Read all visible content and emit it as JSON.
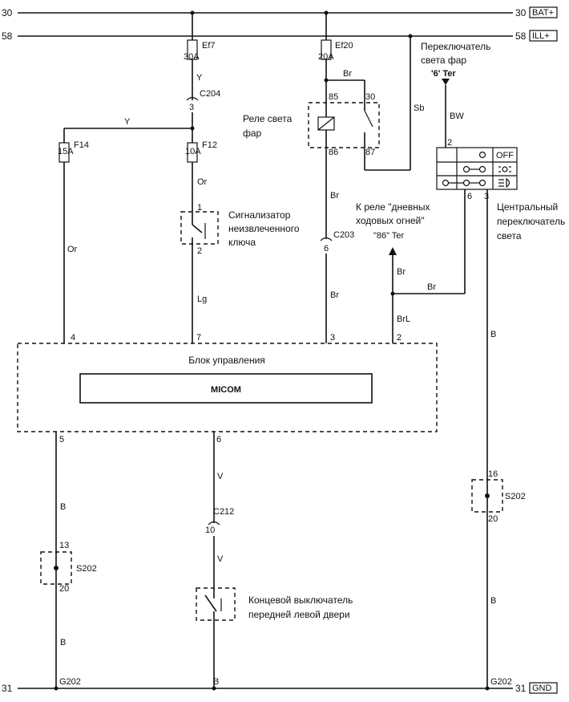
{
  "rails": {
    "top30": {
      "left": "30",
      "right": "30",
      "tag": "BAT+"
    },
    "top58": {
      "left": "58",
      "right": "58",
      "tag": "ILL+"
    },
    "bottom31": {
      "left": "31",
      "right": "31",
      "tag": "GND"
    }
  },
  "fuses": {
    "ef7": {
      "name": "Ef7",
      "rating": "30A"
    },
    "ef20": {
      "name": "Ef20",
      "rating": "20A"
    },
    "f14": {
      "name": "F14",
      "rating": "15A"
    },
    "f12": {
      "name": "F12",
      "rating": "10A"
    }
  },
  "connectors": {
    "c204": {
      "name": "C204",
      "pin": "3"
    },
    "c203": {
      "name": "C203",
      "pin": "6"
    },
    "c212": {
      "name": "C212",
      "pin": "10"
    }
  },
  "relay": {
    "label1": "Реле света",
    "label2": "фар",
    "pins": {
      "p85": "85",
      "p30": "30",
      "p86": "86",
      "p87": "87"
    }
  },
  "headlight_switch_ref": {
    "line1": "Переключатель",
    "line2": "света фар",
    "terminal": "'6' Ter"
  },
  "drl_ref": {
    "line1": "К реле \"дневных",
    "line2": "ходовых огней\"",
    "terminal": "\"86\" Ter"
  },
  "central_switch": {
    "line1": "Центральный",
    "line2": "переключатель",
    "line3": "света",
    "pin_in": "2",
    "pin_out1": "6",
    "pin_out2": "3",
    "pos_off": "OFF"
  },
  "key_warning": {
    "line1": "Сигнализатор",
    "line2": "неизвлеченного",
    "line3": "ключа",
    "pin1": "1",
    "pin2": "2"
  },
  "door_switch": {
    "line1": "Концевой выключатель",
    "line2": "передней левой двери"
  },
  "control_unit": {
    "title": "Блок управления",
    "module": "MICOM",
    "pins_top": [
      "4",
      "7",
      "3",
      "2"
    ],
    "pins_bottom": [
      "5",
      "6"
    ]
  },
  "splices": {
    "left": {
      "name": "S202",
      "pin_top": "13",
      "pin_bottom": "20"
    },
    "right": {
      "name": "S202",
      "pin_top": "16",
      "pin_bottom": "20"
    }
  },
  "grounds": {
    "left": "G202",
    "right": "G202"
  },
  "wires": {
    "y1": "Y",
    "y2": "Y",
    "or1": "Or",
    "or2": "Or",
    "lg": "Lg",
    "br_relay": "Br",
    "br_c203a": "Br",
    "br_c203b": "Br",
    "sb": "Sb",
    "bw": "BW",
    "br_drl": "Br",
    "br_sw": "Br",
    "brl": "BrL",
    "b_left1": "B",
    "b_left2": "B",
    "v1": "V",
    "v2": "V",
    "b_mid": "B",
    "b_right1": "B",
    "b_right2": "B"
  }
}
